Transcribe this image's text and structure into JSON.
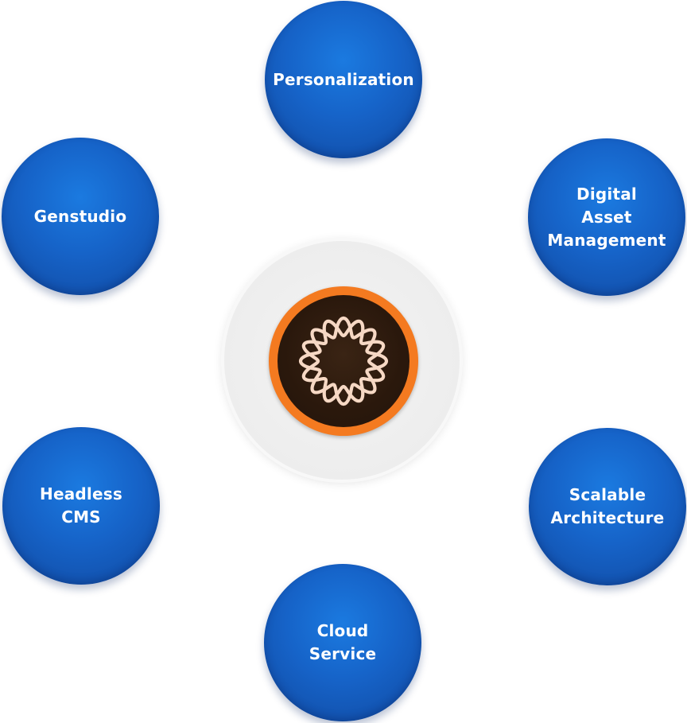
{
  "nodes": {
    "personalization": "Personalization",
    "digital_asset_management": "Digital\nAsset\nManagement",
    "genstudio": "Genstudio",
    "headless_cms": "Headless\nCMS",
    "scalable_architecture": "Scalable\nArchitecture",
    "cloud_service": "Cloud\nService"
  },
  "colors": {
    "node_blue": "#1663c8",
    "hub_orange": "#f47a20",
    "hub_dark": "#2a180c",
    "logo_stroke": "#f6d8c4"
  },
  "hub": {
    "icon": "adobe-experience-manager-icon"
  }
}
